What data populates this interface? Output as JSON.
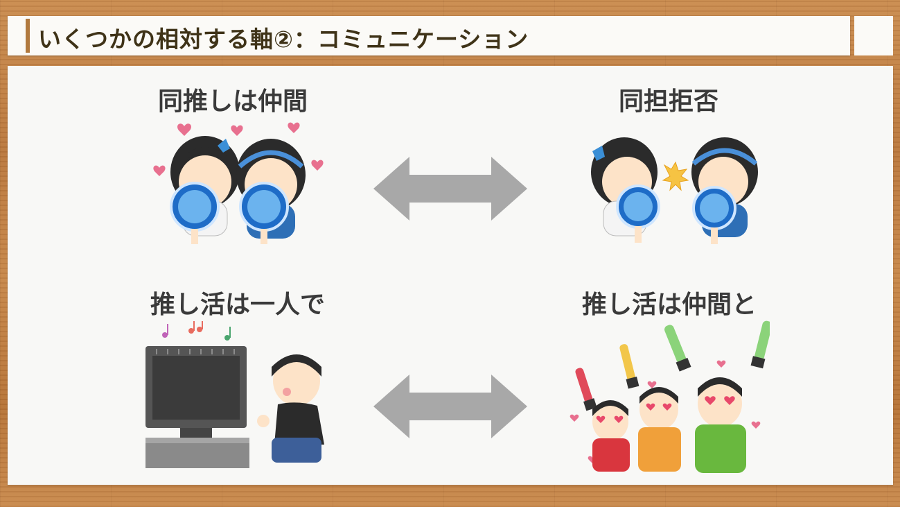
{
  "title": "いくつかの相対する軸②：コミュニケーション",
  "panels": {
    "top_left": {
      "label": "同推しは仲間",
      "icon": "two-fans-with-uchiwa-hearts"
    },
    "top_right": {
      "label": "同担拒否",
      "icon": "two-fans-glaring-with-uchiwa"
    },
    "bottom_left": {
      "label": "推し活は一人で",
      "icon": "fan-watching-tv-alone"
    },
    "bottom_right": {
      "label": "推し活は仲間と",
      "icon": "fans-cheering-with-penlights"
    }
  },
  "arrows": {
    "top": "double-arrow-icon",
    "bottom": "double-arrow-icon"
  },
  "colors": {
    "wood": "#c0803f",
    "panel": "#f8f8f6",
    "arrow": "#a8a8a8",
    "title_text": "#3f3318",
    "accent": "#b1793e"
  }
}
